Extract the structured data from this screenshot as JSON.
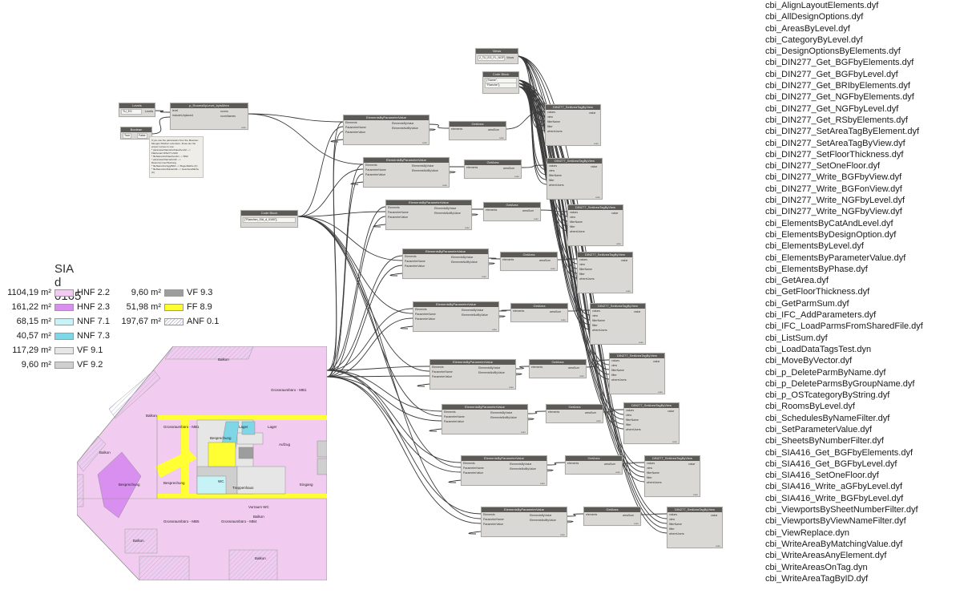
{
  "legend": {
    "title": "SIA d 0165",
    "items": [
      {
        "value": "1104,19 m²",
        "label": "HNF 2.2",
        "color": "#f2ccf0"
      },
      {
        "value": "161,22 m²",
        "label": "HNF 2.3",
        "color": "#d98ff0"
      },
      {
        "value": "68,15 m²",
        "label": "NNF 7.1",
        "color": "#c8f3f6"
      },
      {
        "value": "40,57 m²",
        "label": "NNF 7.3",
        "color": "#7fd6e6"
      },
      {
        "value": "117,29 m²",
        "label": "VF 9.1",
        "color": "#e6e6e6"
      },
      {
        "value": "9,60 m²",
        "label": "VF 9.2",
        "color": "#cfcfcf"
      },
      {
        "value": "9,60 m²",
        "label": "VF 9.3",
        "color": "#9d9d9d"
      },
      {
        "value": "51,98 m²",
        "label": "FF 8.9",
        "color": "#ffff33"
      },
      {
        "value": "197,67 m²",
        "label": "ANF 0.1",
        "color": "hatch"
      }
    ]
  },
  "plan": {
    "labels": [
      "Balkon",
      "Grossraumbüro - MB1",
      "Balkon",
      "Grossraumbüro - MB1",
      "Lager",
      "Lager",
      "Besprechung",
      "Balkon",
      "Besprechung",
      "WC",
      "Besprechung",
      "Treppenhaus",
      "Aufzug",
      "Vorraum WC",
      "Eingang",
      "Balkon",
      "Grossraumbüro - MB5",
      "Grossraumbüro - MB4",
      "Balkon",
      "Balkon"
    ]
  },
  "graph": {
    "levels_node": {
      "title": "Levels",
      "value": "TU_EG",
      "out": "Levels"
    },
    "boolean_node": {
      "title": "Boolean",
      "true_label": "True",
      "false_label": "False"
    },
    "rooms_node": {
      "title": "p_RoomsByLevel_byIsMem",
      "inputs": [
        "level",
        "includeUnplaced"
      ],
      "outputs": [
        "rooms",
        "roomNames"
      ],
      "footer": "auto"
    },
    "note_text": "If you use the parameters from the Messner-Mengen Flächen extension, these are the proper names to use:\n* parameterNameForFlaechenArt --> Flächenart DIN277-2016\n* fileNameForFlaechenArt --> BGF\n* parameterNameForAF --> Raumnummer/Nutzung\n* fileNameForAggrBAF --> Bogenfläche (K)\n* fileNameForAktiviertAll --> Geschossfläche (K)",
    "code_block_main": {
      "title": "Code Block",
      "code": "[\"Flaechen_SIA_d_0165\"];"
    },
    "views_node": {
      "title": "Views",
      "value": "2_TU_EG_FL_NGF",
      "out": "Views"
    },
    "code_block_top": {
      "title": "Code Block",
      "lines": [
        "{\"Name\",",
        "\"Flaeche\"};"
      ]
    },
    "ebpv": {
      "title": "ElementsByParameterValue",
      "inputs": [
        "Elements",
        "ParameterName",
        "ParameterValue"
      ],
      "outputs": [
        "ElementsByValue",
        "ElementsNotByValue"
      ],
      "footer": "auto"
    },
    "getarea": {
      "title": "GetArea",
      "input": "elements",
      "output": "areaSum",
      "footer": "auto"
    },
    "setarea": {
      "title": "DIN277_SetAreaTagByView",
      "inputs": [
        "values",
        "view",
        "filterName",
        "filter",
        "whereUsers"
      ],
      "output": "value",
      "footer": "auto"
    }
  },
  "files": [
    "cbi_AlignLayoutElements.dyf",
    "cbi_AllDesignOptions.dyf",
    "cbi_AreasByLevel.dyf",
    "cbi_CategoryByLevel.dyf",
    "cbi_DesignOptionsByElements.dyf",
    "cbi_DIN277_Get_BGFbyElements.dyf",
    "cbi_DIN277_Get_BGFbyLevel.dyf",
    "cbi_DIN277_Get_BRIbyElements.dyf",
    "cbi_DIN277_Get_NGFbyElements.dyf",
    "cbi_DIN277_Get_NGFbyLevel.dyf",
    "cbi_DIN277_Get_RSbyElements.dyf",
    "cbi_DIN277_SetAreaTagByElement.dyf",
    "cbi_DIN277_SetAreaTagByView.dyf",
    "cbi_DIN277_SetFloorThickness.dyf",
    "cbi_DIN277_SetOneFloor.dyf",
    "cbi_DIN277_Write_BGFbyView.dyf",
    "cbi_DIN277_Write_BGFonView.dyf",
    "cbi_DIN277_Write_NGFbyLevel.dyf",
    "cbi_DIN277_Write_NGFbyView.dyf",
    "cbi_ElementsByCatAndLevel.dyf",
    "cbi_ElementsByDesignOption.dyf",
    "cbi_ElementsByLevel.dyf",
    "cbi_ElementsByParameterValue.dyf",
    "cbi_ElementsByPhase.dyf",
    "cbi_GetArea.dyf",
    "cbi_GetFloorThickness.dyf",
    "cbi_GetParmSum.dyf",
    "cbi_IFC_AddParameters.dyf",
    "cbi_IFC_LoadParmsFromSharedFile.dyf",
    "cbi_ListSum.dyf",
    "cbi_LoadDataTagsTest.dyn",
    "cbi_MoveByVector.dyf",
    "cbi_p_DeleteParmByName.dyf",
    "cbi_p_DeleteParmsByGroupName.dyf",
    "cbi_p_OSTcategoryByString.dyf",
    "cbi_RoomsByLevel.dyf",
    "cbi_SchedulesByNameFilter.dyf",
    "cbi_SetParameterValue.dyf",
    "cbi_SheetsByNumberFilter.dyf",
    "cbi_SIA416_Get_BGFbyElements.dyf",
    "cbi_SIA416_Get_BGFbyLevel.dyf",
    "cbi_SIA416_SetOneFloor.dyf",
    "cbi_SIA416_Write_aGFbyLevel.dyf",
    "cbi_SIA416_Write_BGFbyLevel.dyf",
    "cbi_ViewportsBySheetNumberFilter.dyf",
    "cbi_ViewportsByViewNameFilter.dyf",
    "cbi_ViewReplace.dyn",
    "cbi_WriteAreaByMatchingValue.dyf",
    "cbi_WriteAreasAnyElement.dyf",
    "cbi_WriteAreasOnTag.dyn",
    "cbi_WriteAreaTagByID.dyf"
  ]
}
